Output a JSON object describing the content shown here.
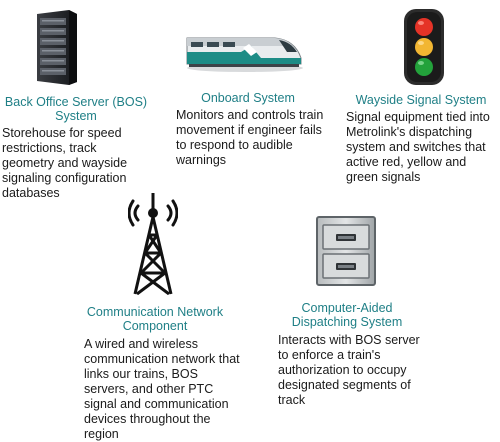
{
  "components": [
    {
      "id": "bos",
      "title": "Back Office Server (BOS) System",
      "description": "Storehouse for speed restrictions, track geometry and wayside signaling configuration databases",
      "icon": "server-rack-icon"
    },
    {
      "id": "onboard",
      "title": "Onboard System",
      "description": "Monitors and controls train movement if engineer fails to respond to audible warnings",
      "icon": "train-icon"
    },
    {
      "id": "wayside",
      "title": "Wayside Signal System",
      "description": "Signal equipment tied into Metrolink's dispatching system and switches that active red, yellow and green signals",
      "icon": "traffic-light-icon",
      "signal_colors": [
        "#e53327",
        "#f2b632",
        "#23a23b"
      ]
    },
    {
      "id": "comm",
      "title": "Communication Network Component",
      "description": "A wired and wireless communication network that links our trains, BOS servers, and other PTC signal and communication devices throughout the region",
      "icon": "radio-tower-icon"
    },
    {
      "id": "cad",
      "title": "Computer-Aided Dispatching System",
      "description": "Interacts with BOS server to enforce a train's authorization to occupy designated segments of track",
      "icon": "file-cabinet-icon"
    }
  ],
  "colors": {
    "title": "#1f7f86",
    "text": "#1a1a1a",
    "train_teal": "#1d8c86"
  }
}
